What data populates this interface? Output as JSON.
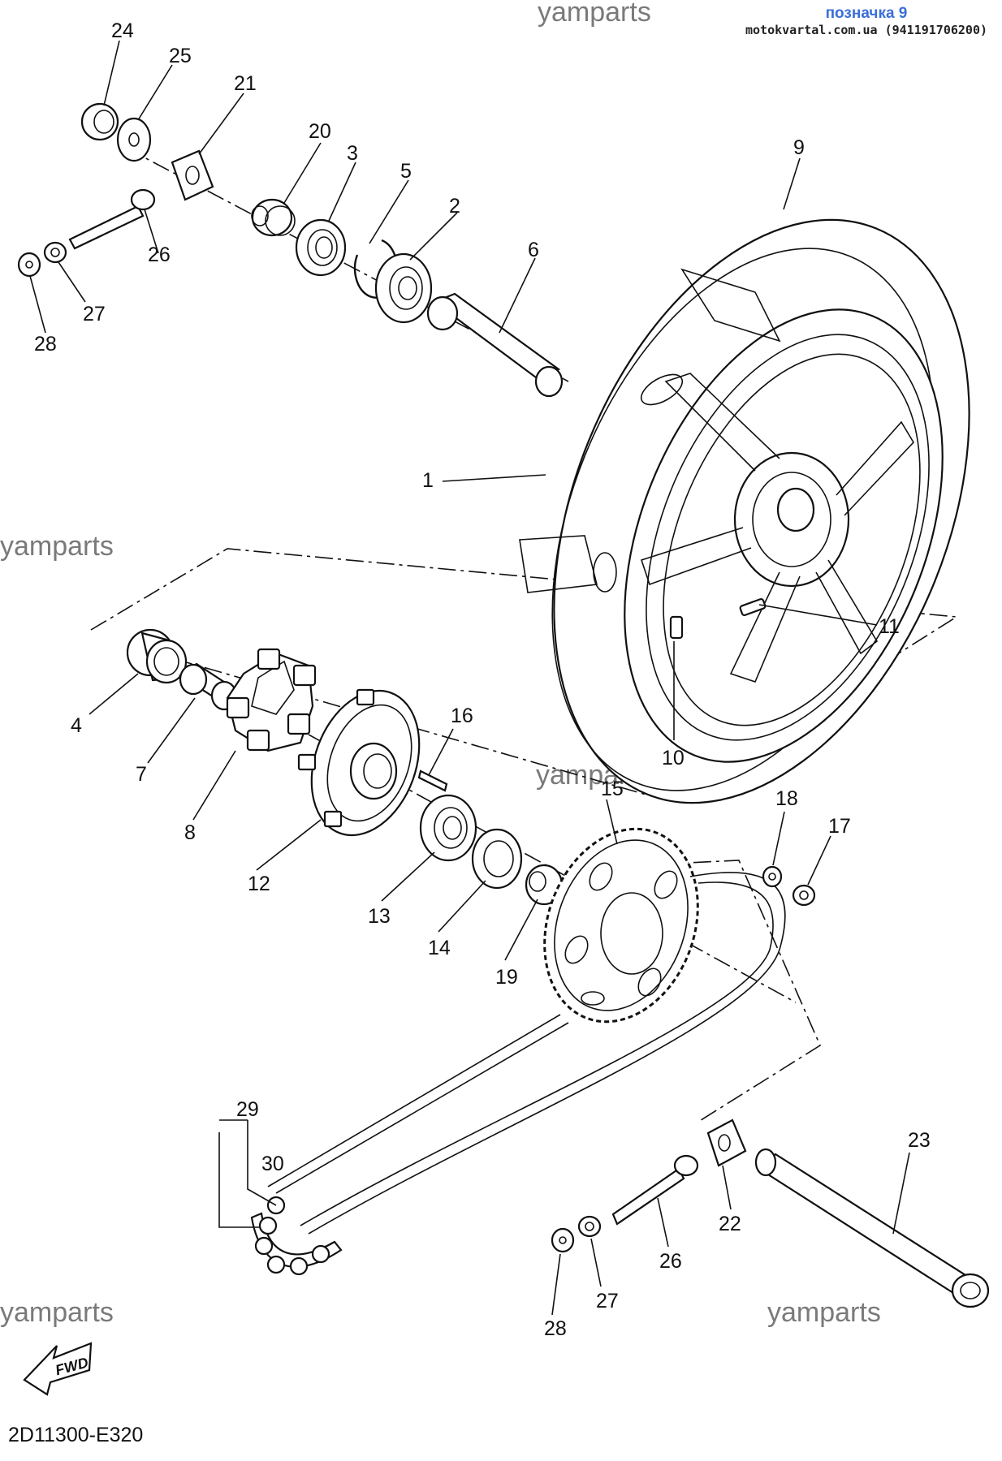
{
  "header": {
    "tag": "позначка 9",
    "site": "motokvartal.com.ua (941191706200)"
  },
  "watermark": "yamparts",
  "fwd_label": "FWD",
  "diagram_code": "2D11300-E320",
  "callouts": {
    "c1": "1",
    "c2": "2",
    "c3": "3",
    "c4": "4",
    "c5": "5",
    "c6": "6",
    "c7": "7",
    "c8": "8",
    "c9": "9",
    "c10": "10",
    "c11": "11",
    "c12": "12",
    "c13": "13",
    "c14": "14",
    "c15": "15",
    "c16": "16",
    "c17": "17",
    "c18": "18",
    "c19": "19",
    "c20": "20",
    "c21": "21",
    "c22": "22",
    "c23": "23",
    "c24": "24",
    "c25": "25",
    "c26a": "26",
    "c26b": "26",
    "c27a": "27",
    "c27b": "27",
    "c28a": "28",
    "c28b": "28",
    "c29": "29",
    "c30": "30"
  }
}
